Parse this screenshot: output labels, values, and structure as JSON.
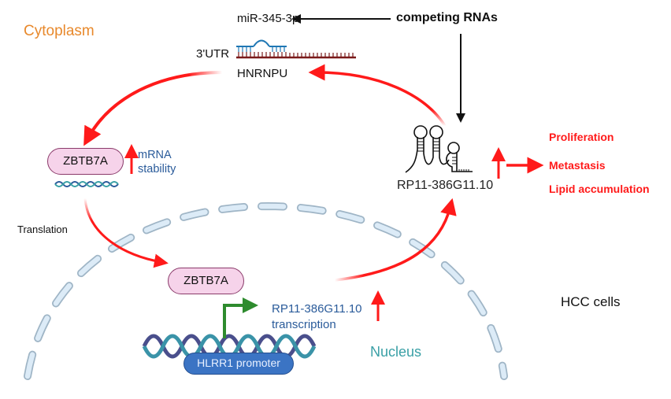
{
  "compartments": {
    "cytoplasm": "Cytoplasm",
    "nucleus": "Nucleus",
    "cell_type": "HCC cells"
  },
  "molecules": {
    "mirna": "miR-345-3p",
    "competing": "competing RNAs",
    "utr": "3'UTR",
    "hnrnpu": "HNRNPU",
    "zbtb7a_mrna": "ZBTB7A",
    "mrna_stability": [
      "mRNA",
      "stability"
    ],
    "zbtb7a_protein": "ZBTB7A",
    "lncrna": "RP11-386G11.10",
    "transcription": [
      "RP11-386G11.10",
      "transcription"
    ],
    "promoter": "HLRR1 promoter"
  },
  "processes": {
    "translation": "Translation"
  },
  "outcomes": [
    "Proliferation",
    "Metastasis",
    "Lipid accumulation"
  ],
  "colors": {
    "cytoplasm_label": "#e8892c",
    "nucleus_label": "#3aa0a6",
    "pathway_arrow": "#ff1a1a",
    "blue_text": "#2a5b9a",
    "pill_fill": "#f6d3ea",
    "pill_border": "#8a3a6a",
    "promoter_fill": "#3b74c4",
    "membrane": "#dcebf7",
    "transcription_arrow": "#2e8b2e",
    "mirna_strand": "#1f77b4",
    "mrna_strand": "#7a1a1a"
  }
}
